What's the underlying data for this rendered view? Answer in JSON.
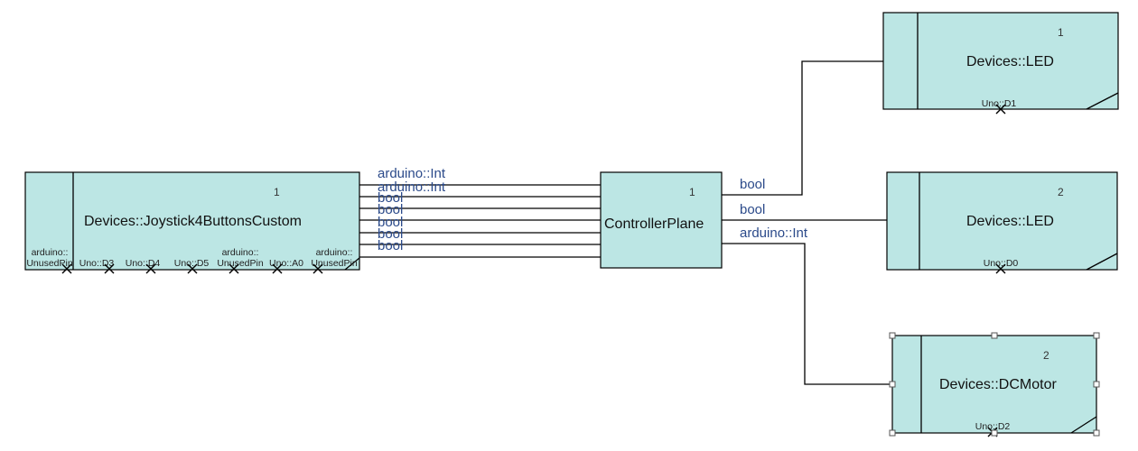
{
  "blocks": {
    "joystick": {
      "name": "Devices::Joystick4ButtonsCustom",
      "number": "1",
      "pins": [
        {
          "line1": "arduino::",
          "line2": "UnusedPin"
        },
        {
          "line1": "",
          "line2": "Uno::D3"
        },
        {
          "line1": "",
          "line2": "Uno::D4"
        },
        {
          "line1": "",
          "line2": "Uno::D5"
        },
        {
          "line1": "arduino::",
          "line2": "UnusedPin"
        },
        {
          "line1": "",
          "line2": "Uno::A0"
        },
        {
          "line1": "arduino::",
          "line2": "UnusedPin"
        }
      ]
    },
    "controller": {
      "name": "ControllerPlane",
      "number": "1"
    },
    "led1": {
      "name": "Devices::LED",
      "number": "1",
      "pin": "Uno::D1"
    },
    "led2": {
      "name": "Devices::LED",
      "number": "2",
      "pin": "Uno::D0"
    },
    "motor": {
      "name": "Devices::DCMotor",
      "number": "2",
      "pin": "Uno::D2"
    }
  },
  "signals": {
    "joystick_to_controller": [
      "arduino::Int",
      "arduino::Int",
      "bool",
      "bool",
      "bool",
      "bool",
      "bool"
    ],
    "controller_to_led1": "bool",
    "controller_to_led2": "bool",
    "controller_to_motor": "arduino::Int"
  }
}
